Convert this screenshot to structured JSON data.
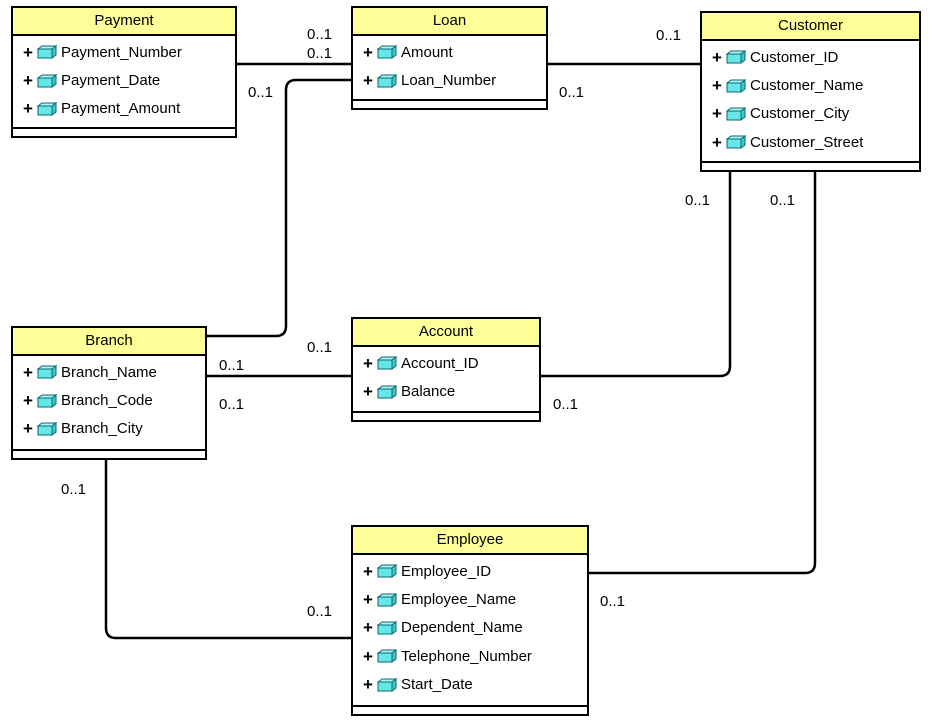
{
  "classes": {
    "payment": {
      "name": "Payment",
      "attributes": [
        "Payment_Number",
        "Payment_Date",
        "Payment_Amount"
      ]
    },
    "loan": {
      "name": "Loan",
      "attributes": [
        "Amount",
        "Loan_Number"
      ]
    },
    "customer": {
      "name": "Customer",
      "attributes": [
        "Customer_ID",
        "Customer_Name",
        "Customer_City",
        "Customer_Street"
      ]
    },
    "branch": {
      "name": "Branch",
      "attributes": [
        "Branch_Name",
        "Branch_Code",
        "Branch_City"
      ]
    },
    "account": {
      "name": "Account",
      "attributes": [
        "Account_ID",
        "Balance"
      ]
    },
    "employee": {
      "name": "Employee",
      "attributes": [
        "Employee_ID",
        "Employee_Name",
        "Dependent_Name",
        "Telephone_Number",
        "Start_Date"
      ]
    }
  },
  "visibility_symbol": "+",
  "attribute_icon": "attribute-cube-icon",
  "colors": {
    "header": "#ffff99",
    "attribute_icon": "#66e6e6",
    "line": "#000000"
  },
  "associations": [
    {
      "from": "payment",
      "to": "loan",
      "from_multiplicity": "0..1",
      "to_multiplicity": "0..1"
    },
    {
      "from": "loan",
      "to": "customer",
      "from_multiplicity": "0..1",
      "to_multiplicity": "0..1"
    },
    {
      "from": "loan",
      "to": "branch",
      "from_multiplicity": "0..1",
      "to_multiplicity": "0..1"
    },
    {
      "from": "branch",
      "to": "account",
      "from_multiplicity": "0..1",
      "to_multiplicity": "0..1"
    },
    {
      "from": "account",
      "to": "customer",
      "from_multiplicity": "0..1",
      "to_multiplicity": "0..1"
    },
    {
      "from": "branch",
      "to": "employee",
      "from_multiplicity": "0..1",
      "to_multiplicity": "0..1"
    },
    {
      "from": "employee",
      "to": "customer",
      "from_multiplicity": "0..1",
      "to_multiplicity": "0..1"
    }
  ]
}
